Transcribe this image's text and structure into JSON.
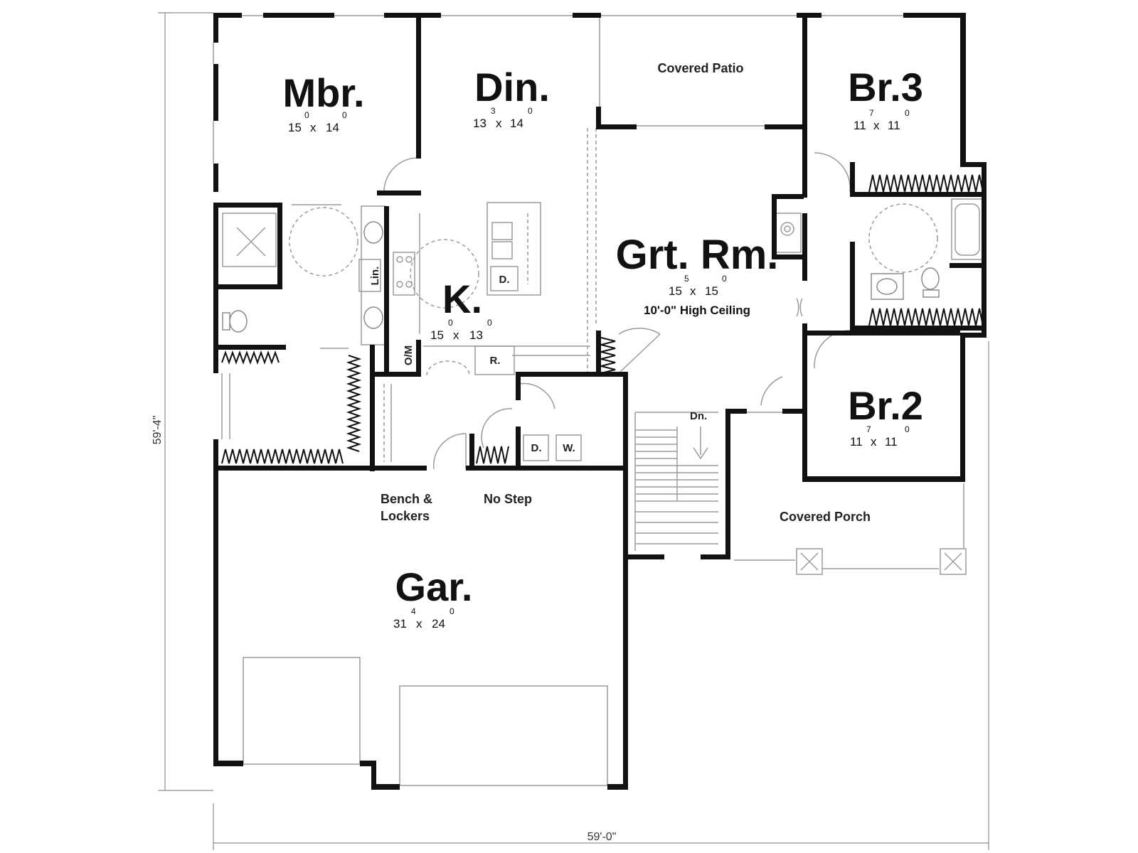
{
  "rooms": {
    "mbr": {
      "name": "Mbr.",
      "w": "15",
      "w_sup": "0",
      "x": "x",
      "h": "14",
      "h_sup": "0"
    },
    "din": {
      "name": "Din.",
      "w": "13",
      "w_sup": "3",
      "x": "x",
      "h": "14",
      "h_sup": "0"
    },
    "br3": {
      "name": "Br.3",
      "w": "11",
      "w_sup": "7",
      "x": "x",
      "h": "11",
      "h_sup": "0"
    },
    "grt": {
      "name": "Grt. Rm.",
      "w": "15",
      "w_sup": "5",
      "x": "x",
      "h": "15",
      "h_sup": "0",
      "note": "10'-0\" High Ceiling"
    },
    "k": {
      "name": "K.",
      "w": "15",
      "w_sup": "0",
      "x": "x",
      "h": "13",
      "h_sup": "0"
    },
    "br2": {
      "name": "Br.2",
      "w": "11",
      "w_sup": "7",
      "x": "x",
      "h": "11",
      "h_sup": "0"
    },
    "gar": {
      "name": "Gar.",
      "w": "31",
      "w_sup": "4",
      "x": "x",
      "h": "24",
      "h_sup": "0"
    }
  },
  "labels": {
    "covered_patio": "Covered Patio",
    "covered_porch": "Covered Porch",
    "bench": "Bench &",
    "lockers": "Lockers",
    "no_step": "No Step",
    "dn": "Dn.",
    "lin": "Lin.",
    "om": "O/M",
    "d_island": "D.",
    "r": "R.",
    "dryer": "D.",
    "washer": "W."
  },
  "dimensions": {
    "height": "59'-4\"",
    "width": "59'-0\""
  }
}
